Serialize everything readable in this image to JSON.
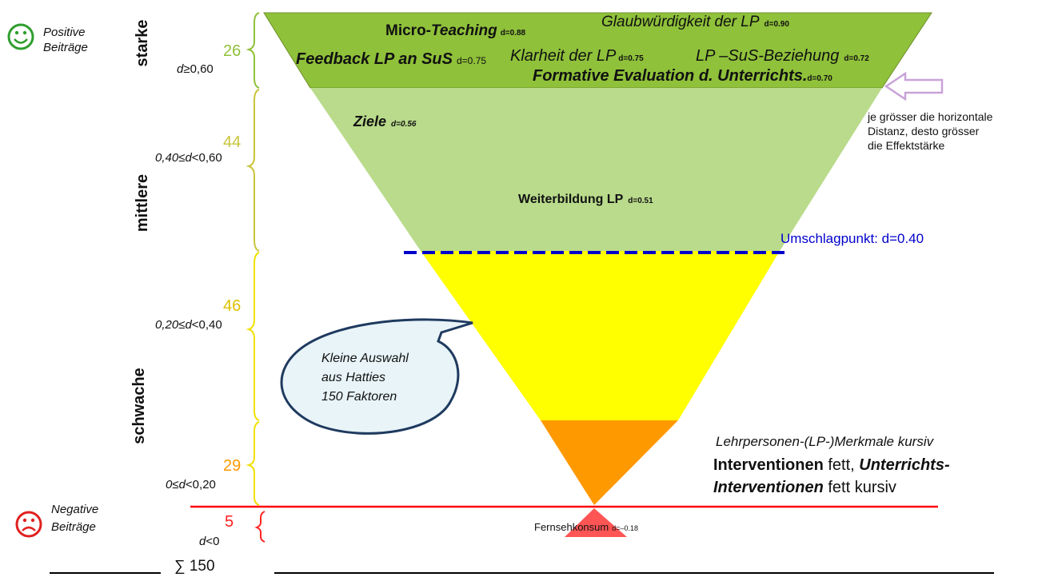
{
  "legend_left": {
    "positive": {
      "line1": "Positive",
      "line2": "Beiträge"
    },
    "negative": {
      "line1": "Negative",
      "line2": "Beiträge"
    }
  },
  "bands": {
    "starke": {
      "label": "starke",
      "count": "26",
      "d_prefix": "d",
      "d_suffix": "≥0,60"
    },
    "mittlere": {
      "label": "mittlere",
      "count": "44",
      "d_prefix": "0,40≤",
      "d_mid": "d",
      "d_suffix": "<0,60"
    },
    "schwache": {
      "label": "schwache"
    },
    "schwache_upper": {
      "count": "46",
      "d_prefix": "0,20≤",
      "d_mid": "d",
      "d_suffix": "<0,40"
    },
    "schwache_lower": {
      "count": "29",
      "d_prefix": "0≤",
      "d_mid": "d",
      "d_suffix": "<0,20"
    },
    "negative": {
      "count": "5",
      "d_prefix": "d",
      "d_suffix": "<0"
    }
  },
  "total": "∑ 150",
  "factors": {
    "micro_teaching": {
      "a": "Micro-",
      "b": "Teaching",
      "d": "d=0.88"
    },
    "glaubwuerdigkeit": {
      "name": "Glaubwürdigkeit der LP",
      "d": "d=0.90"
    },
    "feedback": {
      "name": "Feedback LP an SuS",
      "d": "d=0.75"
    },
    "klarheit": {
      "name": "Klarheit der LP",
      "d": "d=0.75"
    },
    "beziehung": {
      "name": "LP –SuS-Beziehung",
      "d": "d=0.72"
    },
    "formative": {
      "name": "Formative Evaluation d. Unterrichts.",
      "d": "d=0.70"
    },
    "ziele": {
      "name": "Ziele",
      "d": "d=0.56"
    },
    "weiterbildung": {
      "name": "Weiterbildung LP",
      "d": "d=0.51"
    },
    "fernsehkonsum": {
      "name": "Fernsehkonsum",
      "d": "d=–0.18"
    }
  },
  "arrow_note": {
    "line1": "je grösser die horizontale",
    "line2": "Distanz, desto grösser",
    "line3": "die Effektstärke"
  },
  "umschlagpunkt": "Umschlagpunkt: d=0.40",
  "callout": {
    "line1": "Kleine Auswahl",
    "line2": "aus Hatties",
    "line3": "150 Faktoren"
  },
  "key": {
    "line1": "Lehrpersonen-(LP-)Merkmale kursiv",
    "line2_bold": "Interventionen",
    "line2_rest": " fett, ",
    "line2_bolditalic": "Unterrichts-",
    "line3_bolditalic": "Interventionen",
    "line3_rest": " fett kursiv"
  },
  "colors": {
    "starke": "#8fc13a",
    "mittlere": "#b9db8b",
    "schwache_upper": "#ffff00",
    "schwache_lower": "#ff9900",
    "negative": "#ff3333",
    "smiley_positive": "#2f9e2f",
    "smiley_negative": "#e02020",
    "dashed_line": "#0000cc",
    "umschlag_text": "#0000cc",
    "arrow": "#c9a3d9",
    "callout_fill": "#e8f4f8",
    "callout_stroke": "#1f3a5f"
  }
}
